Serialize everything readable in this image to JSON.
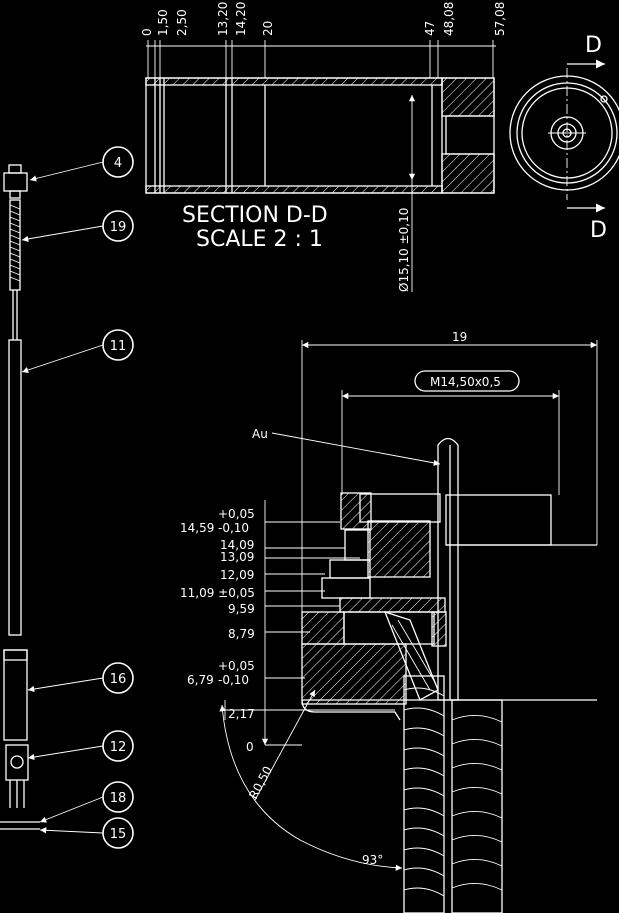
{
  "section": {
    "dims": [
      "0",
      "1,50",
      "2,50",
      "13,20",
      "14,20",
      "20",
      "47",
      "48,08",
      "57,08"
    ],
    "title_line1": "SECTION D-D",
    "title_line2": "SCALE 2 : 1",
    "diameter_dim": "Ø15,10 ±0,10"
  },
  "section_marker": {
    "label_top": "D",
    "label_bottom": "D"
  },
  "balloons": [
    "4",
    "19",
    "11",
    "16",
    "12",
    "18",
    "15"
  ],
  "detail": {
    "width_dim": "19",
    "thread_callout": "M14,50x0,5",
    "material_label": "Au",
    "vertical_dims": [
      {
        "tol_upper": "+0,05",
        "value": "14,59",
        "tol_lower": "-0,10"
      },
      {
        "value": "14,09"
      },
      {
        "value": "13,09"
      },
      {
        "value": "12,09"
      },
      {
        "value": "11,09 ±0,05"
      },
      {
        "value": "9,59"
      },
      {
        "value": "8,79"
      },
      {
        "tol_upper": "+0,05",
        "value": "6,79",
        "tol_lower": "-0,10"
      },
      {
        "value": "2,17"
      },
      {
        "value": "0"
      }
    ],
    "radius_dim": "R0,50",
    "angle_dim": "93°"
  }
}
